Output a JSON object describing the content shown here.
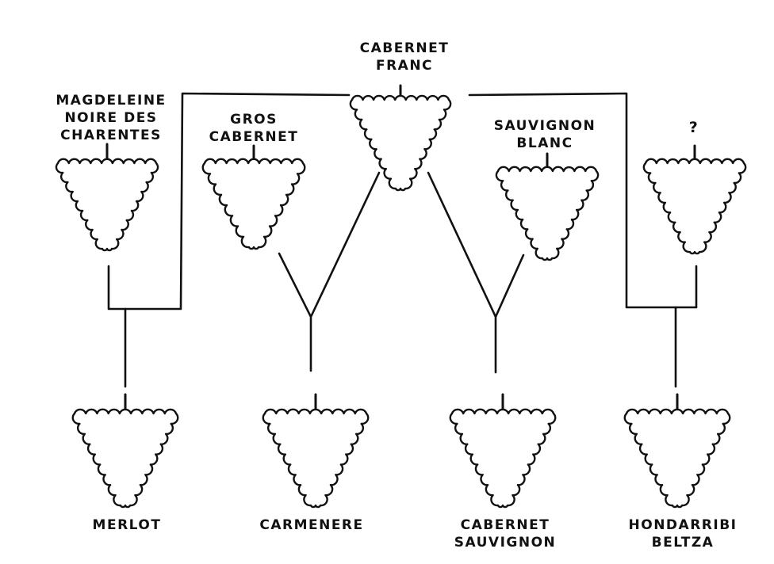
{
  "varieties": {
    "cabernet_franc": [
      "CABERNET",
      "FRANC"
    ],
    "magdeleine": [
      "MAGDELEINE",
      "NOIRE DES",
      "CHARENTES"
    ],
    "gros_cabernet": [
      "GROS",
      "CABERNET"
    ],
    "sauvignon_blanc": [
      "SAUVIGNON",
      "BLANC"
    ],
    "unknown": [
      "?"
    ],
    "merlot": [
      "MERLOT"
    ],
    "carmenere": [
      "CARMENERE"
    ],
    "cabernet_sauvignon": [
      "CABERNET",
      "SAUVIGNON"
    ],
    "hondarribi": [
      "HONDARRIBI",
      "BELTZA"
    ]
  }
}
